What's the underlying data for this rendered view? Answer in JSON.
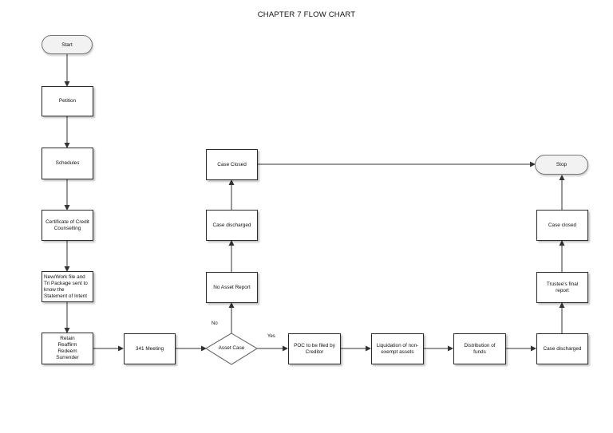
{
  "title": "CHAPTER 7 FLOW CHART",
  "nodes": {
    "start": "Start",
    "petition": "Petition",
    "schedules": "Schedules",
    "certificate": "Certificate of Credit\nCounselling",
    "new_work": "New/Work file and\nTri Package sent to\nknow the\nStatement of Intent",
    "retain": "Retain\nReaffirm\nRedeem\nSurrender",
    "meeting": "341 Meeting",
    "asset_case": "Asset Case",
    "no_asset_report": "No Asset Report",
    "case_discharged_top": "Case discharged",
    "case_closed_top": "Case Closed",
    "poc": "POC to be filed by\nCreditor",
    "liquidation": "Liquidation of non-\nexempt assets",
    "distribution": "Distribution of\nfunds",
    "case_discharged_right": "Case discharged",
    "trustee_report": "Trustee's final\nreport",
    "case_closed_right": "Case closed",
    "stop": "Stop"
  },
  "edge_labels": {
    "no": "No",
    "yes": "Yes"
  }
}
